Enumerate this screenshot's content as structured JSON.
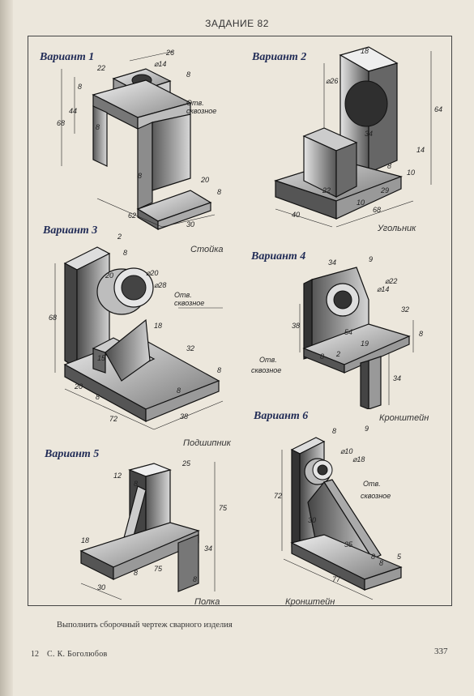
{
  "page": {
    "task_title": "ЗАДАНИЕ 82",
    "instruction": "Выполнить сборочный чертеж сварного изделия",
    "footer_number": "12",
    "footer_author": "С. К. Боголюбов",
    "page_number": "337"
  },
  "variants": [
    {
      "label": "Вариант 1",
      "part_name": "Стойка",
      "note_1": "Отв.",
      "note_2": "сквозное",
      "dims": {
        "a": "26",
        "b": "22",
        "c": "⌀14",
        "d": "8",
        "e": "44",
        "f": "8",
        "g": "68",
        "h": "8",
        "i": "8",
        "j": "20",
        "k": "8",
        "l": "62",
        "m": "30"
      }
    },
    {
      "label": "Вариант 2",
      "part_name": "Угольник",
      "dims": {
        "a": "18",
        "b": "⌀26",
        "c": "64",
        "d": "34",
        "e": "14",
        "f": "8",
        "g": "10",
        "h": "22",
        "i": "40",
        "j": "10",
        "k": "29",
        "l": "68"
      }
    },
    {
      "label": "Вариант 3",
      "part_name": "Подшипник",
      "note_1": "Отв.",
      "note_2": "сквозное",
      "dims": {
        "a": "2",
        "b": "8",
        "c": "20",
        "d": "⌀20",
        "e": "⌀28",
        "f": "68",
        "g": "18",
        "h": "32",
        "i": "15",
        "j": "8",
        "k": "8",
        "l": "20",
        "m": "8",
        "n": "72",
        "o": "38"
      }
    },
    {
      "label": "Вариант 4",
      "part_name": "Кронштейн",
      "note_1": "Отв.",
      "note_2": "сквозное",
      "dims": {
        "a": "34",
        "b": "9",
        "c": "⌀14",
        "d": "⌀22",
        "e": "38",
        "f": "54",
        "g": "19",
        "h": "32",
        "i": "8",
        "j": "2",
        "k": "8",
        "l": "34"
      }
    },
    {
      "label": "Вариант 5",
      "part_name": "Полка",
      "dims": {
        "a": "12",
        "b": "25",
        "c": "8",
        "d": "75",
        "e": "18",
        "f": "8",
        "g": "34",
        "h": "75",
        "i": "30",
        "j": "8"
      }
    },
    {
      "label": "Вариант 6",
      "part_name": "Кронштейн",
      "note_1": "Отв.",
      "note_2": "сквозное",
      "dims": {
        "a": "8",
        "b": "9",
        "c": "⌀10",
        "d": "⌀18",
        "e": "72",
        "f": "30",
        "g": "35",
        "h": "8",
        "i": "8",
        "j": "5",
        "k": "77"
      }
    }
  ]
}
